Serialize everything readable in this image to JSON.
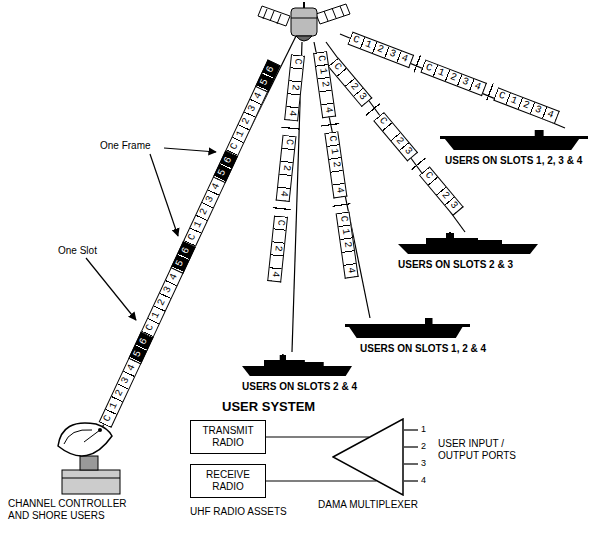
{
  "diagram": {
    "nodes": [
      {
        "text": [
          "TRANSMIT RADIO"
        ]
      },
      {
        "text": [
          "RECEIVE RADIO"
        ]
      },
      {
        "text": [
          "DAMA MULTIPLEXER"
        ]
      }
    ],
    "edges": [
      {
        "from": 0,
        "to": 2,
        "arrow": "none"
      },
      {
        "from": 1,
        "to": 2,
        "arrow": "none"
      }
    ],
    "labels": [
      "One Slot",
      "One Frame",
      "CHANNEL CONTROLLER AND SHORE USERS",
      "USERS ON SLOTS 1, 2, 3 & 4",
      "USERS ON SLOTS 2 & 3",
      "USERS ON SLOTS 1, 2 & 4",
      "USERS ON SLOTS 2 & 4",
      "USER SYSTEM",
      "UHF RADIO ASSETS",
      "USER INPUT / OUTPUT PORTS",
      "1",
      "2",
      "3",
      "4",
      "C1234",
      "56",
      "C1234",
      "56",
      "C1234",
      "56",
      "C1234",
      "56",
      "C1234",
      "C1234",
      "C1234",
      "C 23",
      "C 23",
      "C 23",
      "C12 4",
      "C12 4",
      "C12 4",
      "C 2 4",
      "C 2 4",
      "C 2 4"
    ]
  }
}
